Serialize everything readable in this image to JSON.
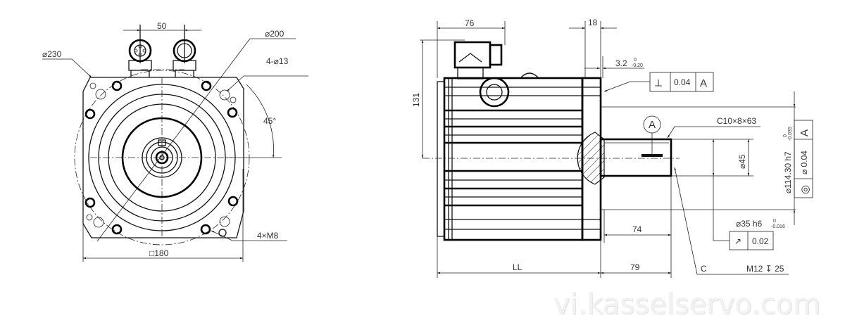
{
  "front_view": {
    "dim_connector_spacing": "50",
    "dim_pcd": "⌀200",
    "dim_outer_circle": "⌀230",
    "dim_mount_holes": "4-⌀13",
    "dim_angle": "45°",
    "dim_tapped_holes": "4×M8",
    "dim_flange_square": "□180"
  },
  "side_view": {
    "dim_connector_length": "76",
    "dim_flange_thickness": "18",
    "dim_spigot_depth": "3.2",
    "dim_spigot_tol_upper": "0",
    "dim_spigot_tol_lower": "-0.20",
    "dim_height": "131",
    "dim_body_length": "LL",
    "dim_shaft_length": "79",
    "dim_key_length": "74",
    "key_spec": "C10×8×63",
    "dim_shaft_key_height": "⌀45",
    "dim_spigot_diameter": "⌀114.30 h7",
    "dim_spigot_dia_tol_upper": "0",
    "dim_spigot_dia_tol_lower": "-0.035",
    "dim_shaft_diameter": "⌀35 h6",
    "dim_shaft_tol_upper": "0",
    "dim_shaft_tol_lower": "-0.016",
    "datum_label": "A",
    "perpendicularity_frame": {
      "symbol": "⟂",
      "tolerance": "0.04",
      "datum": "A"
    },
    "concentricity_frame": {
      "symbol": "◎",
      "tolerance": "⌀ 0.04",
      "datum": "A"
    },
    "runout_frame": {
      "symbol": "↗",
      "tolerance": "0.02"
    },
    "center_hole_label": "C",
    "center_hole_spec": "M12 ↧ 25"
  },
  "watermark": "vi.kasselservo.com"
}
